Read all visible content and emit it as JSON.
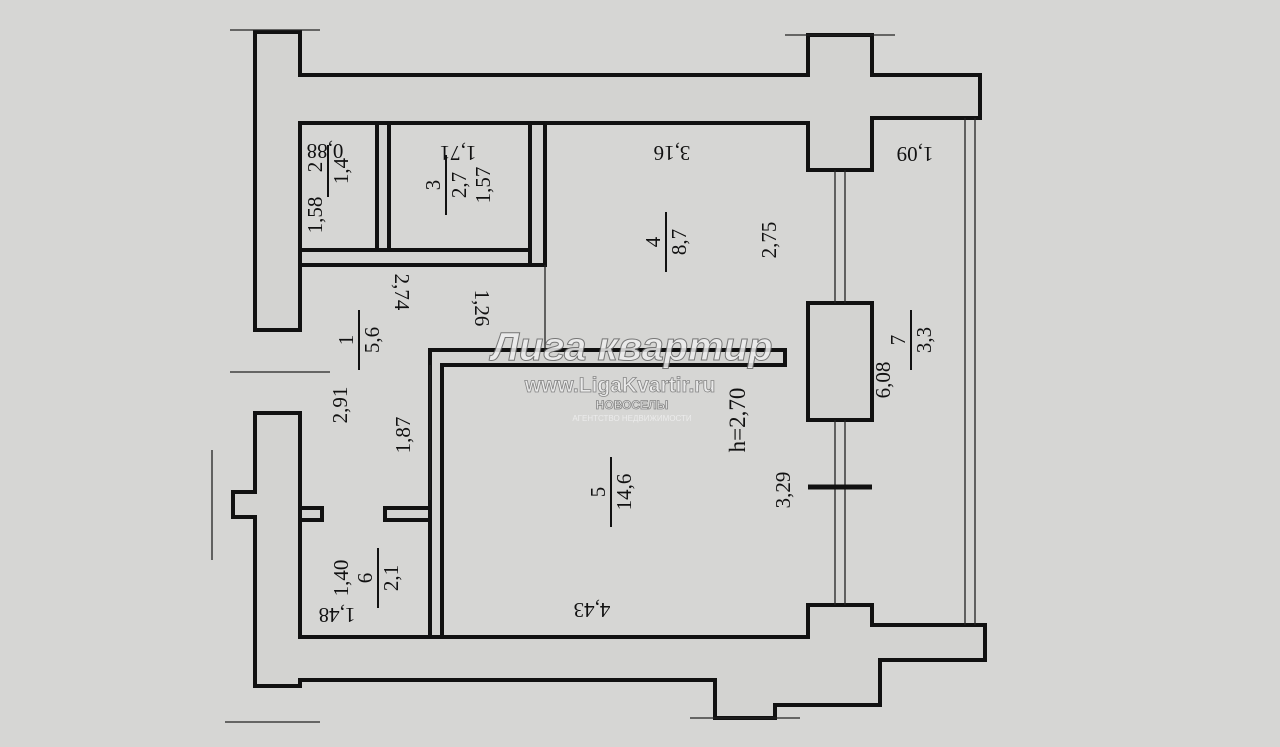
{
  "rooms": [
    {
      "number": "1",
      "area": "5,6",
      "dims": [
        "2,74",
        "1,26",
        "2,91",
        "1,87"
      ]
    },
    {
      "number": "2",
      "area": "1,4",
      "dims": [
        "0,88",
        "1,58"
      ]
    },
    {
      "number": "3",
      "area": "2,7",
      "dims": [
        "1,71",
        "1,57"
      ]
    },
    {
      "number": "4",
      "area": "8,7",
      "dims": [
        "3,16",
        "2,75"
      ]
    },
    {
      "number": "5",
      "area": "14,6",
      "dims": [
        "4,43",
        "3,29"
      ]
    },
    {
      "number": "6",
      "area": "2,1",
      "dims": [
        "1,40",
        "1,48"
      ]
    },
    {
      "number": "7",
      "area": "3,3",
      "dims": [
        "1,09",
        "6,08"
      ]
    }
  ],
  "ceiling_height": "h=2,70",
  "watermark": {
    "brand": "Лига квартир",
    "url": "www.LigaKvartir.ru",
    "agency": "НОВОСЕЛЫ",
    "agency_sub": "АГЕНТСТВО НЕДВИЖИМОСТИ"
  }
}
